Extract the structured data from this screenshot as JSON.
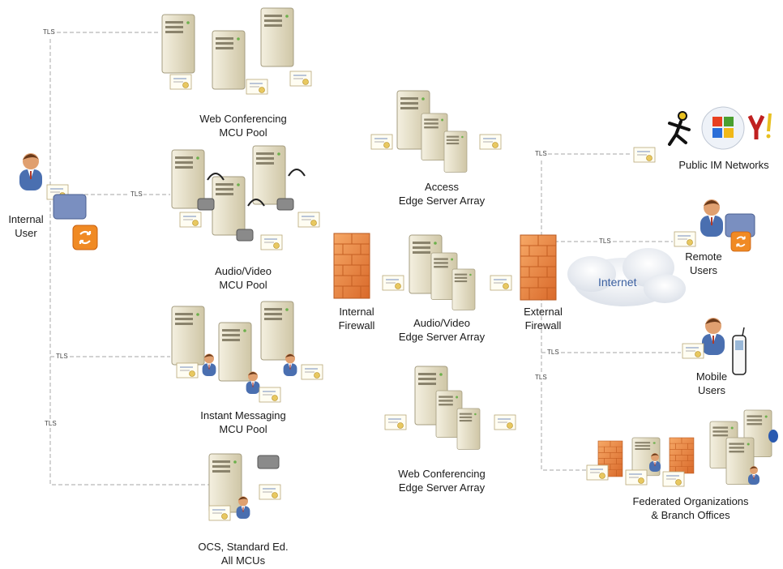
{
  "nodes": {
    "internal_user": [
      "Internal",
      "User"
    ],
    "web_conf_mcu": [
      "Web Conferencing",
      "MCU Pool"
    ],
    "av_mcu": [
      "Audio/Video",
      "MCU Pool"
    ],
    "im_mcu": [
      "Instant Messaging",
      "MCU Pool"
    ],
    "ocs_standard": [
      "OCS, Standard Ed.",
      "All MCUs"
    ],
    "access_edge": [
      "Access",
      "Edge Server Array"
    ],
    "av_edge": [
      "Audio/Video",
      "Edge Server Array"
    ],
    "web_conf_edge": [
      "Web Conferencing",
      "Edge Server Array"
    ],
    "internal_firewall": [
      "Internal",
      "Firewall"
    ],
    "external_firewall": [
      "External",
      "Firewall"
    ],
    "internet": "Internet",
    "public_im": "Public IM Networks",
    "remote_users": [
      "Remote",
      "Users"
    ],
    "mobile_users": [
      "Mobile",
      "Users"
    ],
    "federated": [
      "Federated Organizations",
      "& Branch Offices"
    ]
  },
  "edges": {
    "tls_label": "TLS"
  },
  "colors": {
    "connector": "#b8b8b8",
    "server": "#e6dfc6",
    "firewall": "#e8843c",
    "person_shirt": "#4a6fb0",
    "certificate": "#e8c860",
    "cloud": "#e4e8ee"
  },
  "icons": [
    "server-icon",
    "firewall-icon",
    "person-icon",
    "certificate-icon",
    "camera-icon",
    "headset-icon",
    "cloud-icon",
    "phone-icon",
    "aim-logo",
    "windows-logo",
    "yahoo-logo",
    "communicator-icon"
  ]
}
